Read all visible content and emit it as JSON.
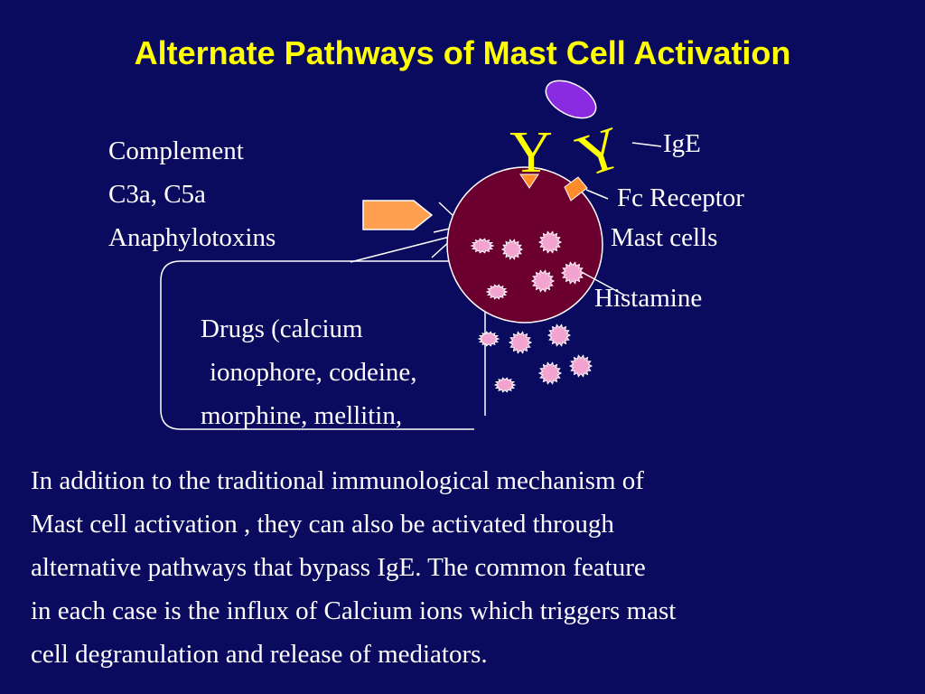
{
  "title": "Alternate Pathways of Mast Cell Activation",
  "labels": {
    "complement": [
      "Complement",
      "C3a, C5a",
      "Anaphylotoxins"
    ],
    "drugs": [
      "Drugs (calcium",
      "ionophore, codeine,",
      "morphine, mellitin,"
    ],
    "ige": "IgE",
    "fc_receptor": "Fc Receptor",
    "mast_cells": "Mast cells",
    "histamine": "Histamine",
    "antibody_glyph": "Y"
  },
  "paragraph": [
    "In addition to the traditional immunological mechanism of",
    "Mast cell activation , they can also be activated through",
    " alternative pathways that bypass IgE.  The common feature",
    "in each case is the influx of Calcium ions which triggers mast",
    " cell degranulation and release of mediators."
  ],
  "colors": {
    "background": "#0a0a5e",
    "title": "#ffff00",
    "text": "#ffffff",
    "cell": "#6b0030",
    "antibody": "#ffff00",
    "antigen": "#8a2be2",
    "receptor": "#ff8c2a",
    "arrow": "#ffa050",
    "granule": "#f3a3cf"
  }
}
